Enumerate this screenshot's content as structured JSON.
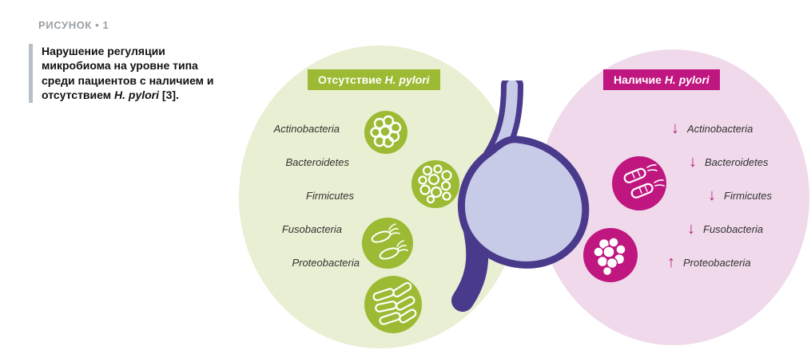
{
  "figure": {
    "label": "РИСУНОК • 1"
  },
  "caption": {
    "text_before": "Нарушение регуляции микробиома на уровне типа среди пациентов с наличием и отсутствием ",
    "italic": "H. pylori",
    "text_after": " [3]."
  },
  "negative_panel": {
    "badge_text": "Отсутствие ",
    "badge_italic": "H. pylori",
    "bacteria": [
      {
        "name": "Actinobacteria"
      },
      {
        "name": "Bacteroidetes"
      },
      {
        "name": "Firmicutes"
      },
      {
        "name": "Fusobacteria"
      },
      {
        "name": "Proteobacteria"
      }
    ]
  },
  "positive_panel": {
    "badge_text": "Наличие ",
    "badge_italic": "H. pylori",
    "bacteria": [
      {
        "name": "Actinobacteria",
        "trend": "down",
        "arrow": "↓"
      },
      {
        "name": "Bacteroidetes",
        "trend": "down",
        "arrow": "↓"
      },
      {
        "name": "Firmicutes",
        "trend": "down",
        "arrow": "↓"
      },
      {
        "name": "Fusobacteria",
        "trend": "down",
        "arrow": "↓"
      },
      {
        "name": "Proteobacteria",
        "trend": "up",
        "arrow": "↑"
      }
    ]
  },
  "colors": {
    "green": "#9cba33",
    "green_light": "#e9efd2",
    "magenta": "#c01680",
    "magenta_light": "#efd9ea",
    "arrow_magenta": "#b3247e",
    "purple_dark": "#4a3a8c",
    "purple_light": "#c7cbe8"
  }
}
